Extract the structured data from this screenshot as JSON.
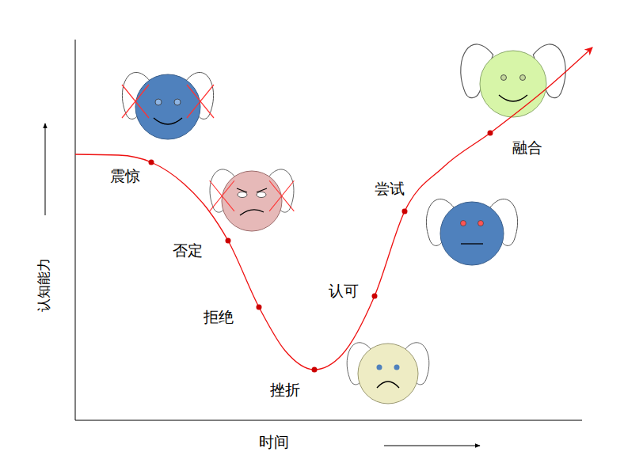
{
  "diagram": {
    "labels": [
      "震惊",
      "否定",
      "拒绝",
      "挫折",
      "认可",
      "尝试",
      "融合",
      "认知能力",
      "时间"
    ]
  }
}
